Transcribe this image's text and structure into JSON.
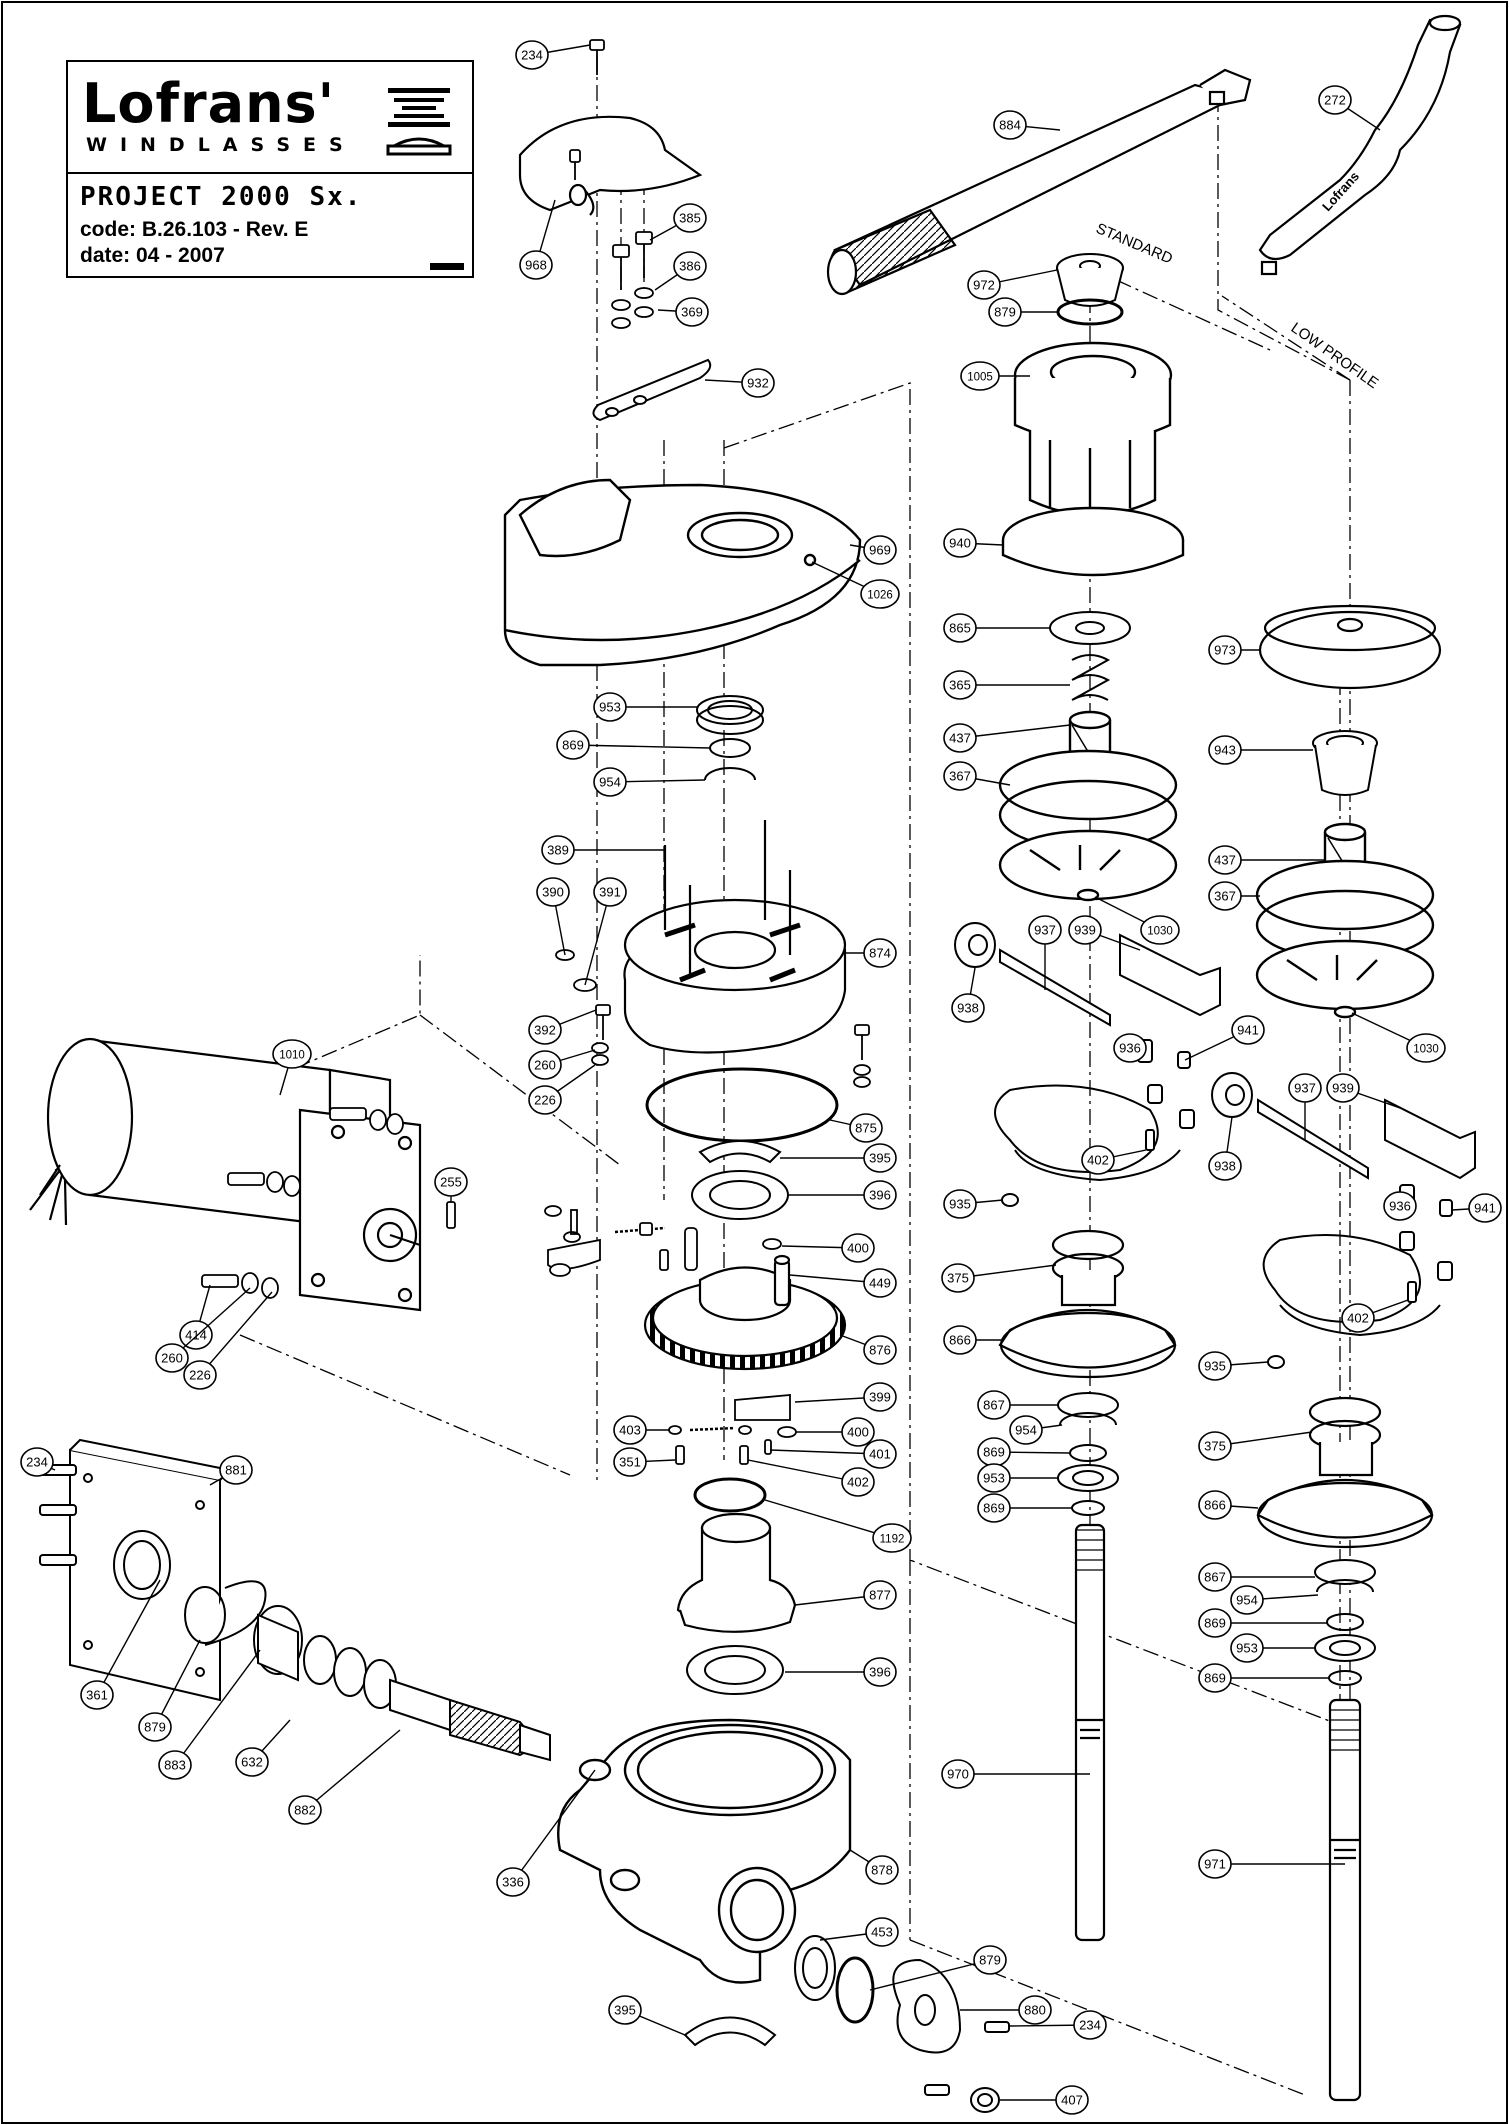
{
  "title_block": {
    "brand": "Lofrans'",
    "subbrand": "WINDLASSES",
    "project": "PROJECT 2000 Sx.",
    "code": "code: B.26.103 - Rev. E",
    "date": "date: 04 - 2007"
  },
  "annotations": {
    "standard": "STANDARD",
    "low_profile": "LOW PROFILE",
    "handle_text": "Lofrans"
  },
  "callouts": [
    {
      "id": "c234a",
      "label": "234"
    },
    {
      "id": "c968",
      "label": "968"
    },
    {
      "id": "c385",
      "label": "385"
    },
    {
      "id": "c386",
      "label": "386"
    },
    {
      "id": "c369",
      "label": "369"
    },
    {
      "id": "c932",
      "label": "932"
    },
    {
      "id": "c969",
      "label": "969"
    },
    {
      "id": "c1026",
      "label": "1026"
    },
    {
      "id": "c953a",
      "label": "953"
    },
    {
      "id": "c869a",
      "label": "869"
    },
    {
      "id": "c954a",
      "label": "954"
    },
    {
      "id": "c389",
      "label": "389"
    },
    {
      "id": "c390",
      "label": "390"
    },
    {
      "id": "c391",
      "label": "391"
    },
    {
      "id": "c874",
      "label": "874"
    },
    {
      "id": "c392",
      "label": "392"
    },
    {
      "id": "c260a",
      "label": "260"
    },
    {
      "id": "c226a",
      "label": "226"
    },
    {
      "id": "c875",
      "label": "875"
    },
    {
      "id": "c395a",
      "label": "395"
    },
    {
      "id": "c396a",
      "label": "396"
    },
    {
      "id": "c400a",
      "label": "400"
    },
    {
      "id": "c449",
      "label": "449"
    },
    {
      "id": "c876",
      "label": "876"
    },
    {
      "id": "c399",
      "label": "399"
    },
    {
      "id": "c400b",
      "label": "400"
    },
    {
      "id": "c403",
      "label": "403"
    },
    {
      "id": "c401",
      "label": "401"
    },
    {
      "id": "c351",
      "label": "351"
    },
    {
      "id": "c402a",
      "label": "402"
    },
    {
      "id": "c1192",
      "label": "1192"
    },
    {
      "id": "c877",
      "label": "877"
    },
    {
      "id": "c396b",
      "label": "396"
    },
    {
      "id": "c878",
      "label": "878"
    },
    {
      "id": "c336",
      "label": "336"
    },
    {
      "id": "c453",
      "label": "453"
    },
    {
      "id": "c879a",
      "label": "879"
    },
    {
      "id": "c880",
      "label": "880"
    },
    {
      "id": "c234b",
      "label": "234"
    },
    {
      "id": "c407",
      "label": "407"
    },
    {
      "id": "c395b",
      "label": "395"
    },
    {
      "id": "c1010",
      "label": "1010"
    },
    {
      "id": "c255",
      "label": "255"
    },
    {
      "id": "c414",
      "label": "414"
    },
    {
      "id": "c260b",
      "label": "260"
    },
    {
      "id": "c226b",
      "label": "226"
    },
    {
      "id": "c234c",
      "label": "234"
    },
    {
      "id": "c881",
      "label": "881"
    },
    {
      "id": "c361",
      "label": "361"
    },
    {
      "id": "c879b",
      "label": "879"
    },
    {
      "id": "c883",
      "label": "883"
    },
    {
      "id": "c632",
      "label": "632"
    },
    {
      "id": "c882",
      "label": "882"
    },
    {
      "id": "c884",
      "label": "884"
    },
    {
      "id": "c272",
      "label": "272"
    },
    {
      "id": "c972",
      "label": "972"
    },
    {
      "id": "c879c",
      "label": "879"
    },
    {
      "id": "c1005",
      "label": "1005"
    },
    {
      "id": "c940",
      "label": "940"
    },
    {
      "id": "c865",
      "label": "865"
    },
    {
      "id": "c365",
      "label": "365"
    },
    {
      "id": "c437a",
      "label": "437"
    },
    {
      "id": "c367a",
      "label": "367"
    },
    {
      "id": "c1030a",
      "label": "1030"
    },
    {
      "id": "c937a",
      "label": "937"
    },
    {
      "id": "c939a",
      "label": "939"
    },
    {
      "id": "c938a",
      "label": "938"
    },
    {
      "id": "c936a",
      "label": "936"
    },
    {
      "id": "c941a",
      "label": "941"
    },
    {
      "id": "c402b",
      "label": "402"
    },
    {
      "id": "c935a",
      "label": "935"
    },
    {
      "id": "c375a",
      "label": "375"
    },
    {
      "id": "c866a",
      "label": "866"
    },
    {
      "id": "c867a",
      "label": "867"
    },
    {
      "id": "c954b",
      "label": "954"
    },
    {
      "id": "c869b",
      "label": "869"
    },
    {
      "id": "c953b",
      "label": "953"
    },
    {
      "id": "c869c",
      "label": "869"
    },
    {
      "id": "c970",
      "label": "970"
    },
    {
      "id": "c973",
      "label": "973"
    },
    {
      "id": "c943",
      "label": "943"
    },
    {
      "id": "c437b",
      "label": "437"
    },
    {
      "id": "c367b",
      "label": "367"
    },
    {
      "id": "c1030b",
      "label": "1030"
    },
    {
      "id": "c937b",
      "label": "937"
    },
    {
      "id": "c939b",
      "label": "939"
    },
    {
      "id": "c938b",
      "label": "938"
    },
    {
      "id": "c936b",
      "label": "936"
    },
    {
      "id": "c941b",
      "label": "941"
    },
    {
      "id": "c402c",
      "label": "402"
    },
    {
      "id": "c935b",
      "label": "935"
    },
    {
      "id": "c375b",
      "label": "375"
    },
    {
      "id": "c866b",
      "label": "866"
    },
    {
      "id": "c867b",
      "label": "867"
    },
    {
      "id": "c954c",
      "label": "954"
    },
    {
      "id": "c869d",
      "label": "869"
    },
    {
      "id": "c953c",
      "label": "953"
    },
    {
      "id": "c869e",
      "label": "869"
    },
    {
      "id": "c971",
      "label": "971"
    }
  ]
}
